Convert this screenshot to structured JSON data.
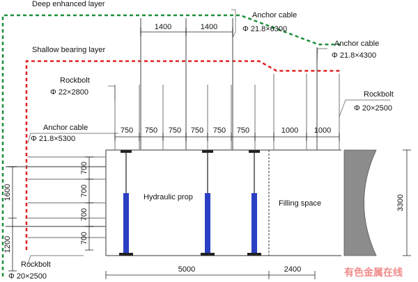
{
  "layers": {
    "deep_enhanced": "Deep enhanced layer",
    "shallow_bearing": "Shallow bearing layer"
  },
  "callouts": {
    "anchor_cable_top_title": "Anchor cable",
    "anchor_cable_top_spec": "Φ 21.8×6300",
    "anchor_cable_right_title": "Anchor cable",
    "anchor_cable_right_spec": "Φ 21.8×4300",
    "rockbolt_top_title": "Rockbolt",
    "rockbolt_top_spec": "Φ 22×2800",
    "rockbolt_right_title": "Rockbolt",
    "rockbolt_right_spec": "Φ 20×2500",
    "anchor_cable_left_title": "Anchor cable",
    "anchor_cable_left_spec": "Φ 21.8×5300",
    "rockbolt_bottom_title": "Rockbolt",
    "rockbolt_bottom_spec": "Φ 20×2500"
  },
  "spacing_top": [
    "1400",
    "1400"
  ],
  "spacing_roof": [
    "750",
    "750",
    "750",
    "750",
    "750",
    "750",
    "1000",
    "1000"
  ],
  "spacing_left_outer": [
    "1600",
    "1200"
  ],
  "spacing_left_inner": [
    "700",
    "700",
    "700",
    "700"
  ],
  "width_bottom": [
    "5000",
    "2400"
  ],
  "height_right": "3300",
  "labels": {
    "hydraulic_prop": "Hydraulic prop",
    "filling_space": "Filling space"
  },
  "watermark": "有色金属在线",
  "colors": {
    "deep_layer": "#1e8f3a",
    "shallow_layer": "#e02020",
    "prop": "#2b3fc4",
    "watermark": "#f08a8a"
  }
}
